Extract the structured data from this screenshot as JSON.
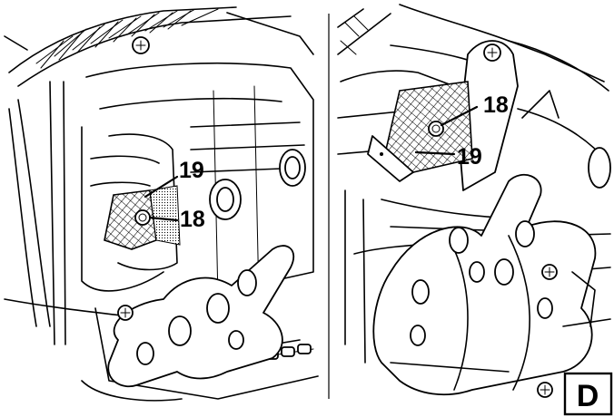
{
  "left_panel": {
    "callout_19": "19",
    "callout_18": "18"
  },
  "right_panel": {
    "callout_18": "18",
    "callout_19": "19"
  },
  "figure_badge": "D"
}
